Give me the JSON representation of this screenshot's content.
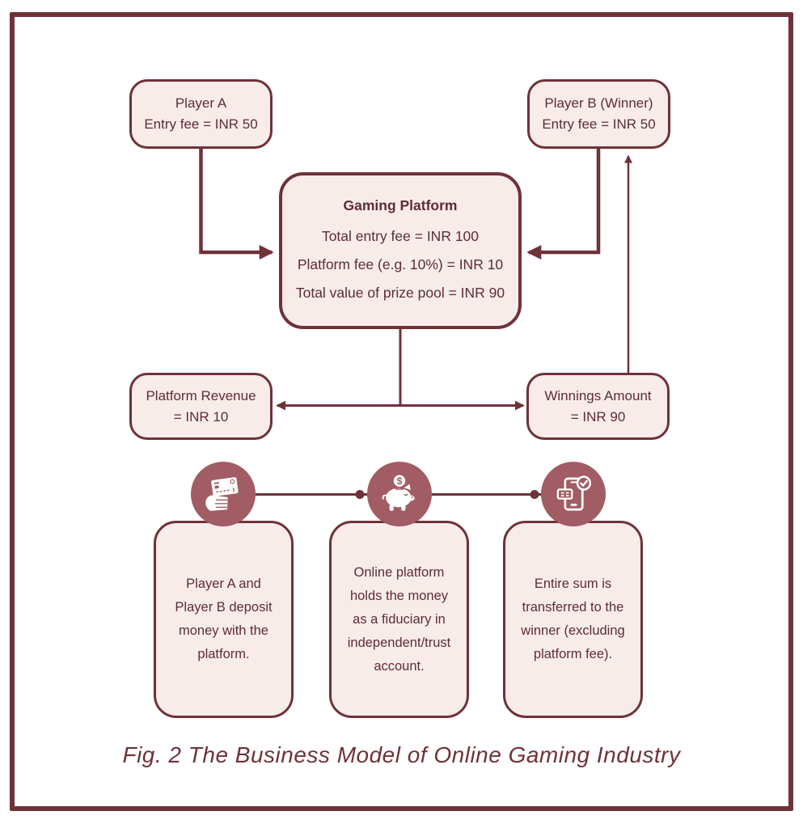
{
  "figure": {
    "caption": "Fig. 2 The Business Model of Online Gaming Industry"
  },
  "palette": {
    "frame_border": "#6e3238",
    "box_border": "#6e3238",
    "box_fill": "#f7ecea",
    "text": "#5f2c34",
    "icon_circle_fill": "#a25c63",
    "background": "#ffffff"
  },
  "flowchart": {
    "player_a": {
      "line1": "Player A",
      "line2": "Entry fee = INR 50"
    },
    "player_b": {
      "line1": "Player B (Winner)",
      "line2": "Entry fee = INR 50"
    },
    "gaming_platform": {
      "title": "Gaming Platform",
      "lines": [
        "Total entry fee = INR 100",
        "Platform fee (e.g. 10%) = INR 10",
        "Total value of prize pool = INR 90"
      ]
    },
    "platform_revenue": {
      "line1": "Platform Revenue",
      "line2": "= INR 10"
    },
    "winnings_amount": {
      "line1": "Winnings Amount",
      "line2": "= INR 90"
    }
  },
  "process_steps": [
    {
      "icon": "hand-credit-card-icon",
      "text": "Player A and Player B deposit money with the platform."
    },
    {
      "icon": "piggy-bank-icon",
      "text": "Online platform holds the money as a fiduciary in independent/trust account."
    },
    {
      "icon": "phone-payment-check-icon",
      "text": "Entire sum is transferred to the winner (excluding platform fee)."
    }
  ]
}
